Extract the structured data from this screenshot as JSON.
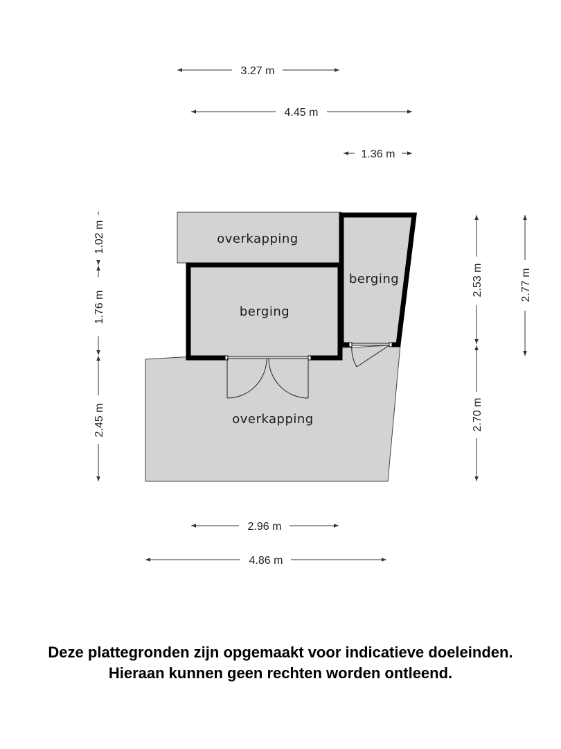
{
  "colors": {
    "floor": "#d3d3d3",
    "wall": "#000000",
    "line": "#333333",
    "background": "#ffffff"
  },
  "rooms": {
    "overkapping_top": "overkapping",
    "berging_main": "berging",
    "berging_small": "berging",
    "overkapping_bottom": "overkapping"
  },
  "dimensions": {
    "top": [
      "3.27 m",
      "4.45 m",
      "1.36 m"
    ],
    "bottom": [
      "2.96 m",
      "4.86 m"
    ],
    "left": [
      "1.02 m",
      "1.76 m",
      "2.45 m"
    ],
    "right_inner": [
      "2.53 m",
      "2.70 m"
    ],
    "right_outer": [
      "2.77 m"
    ]
  },
  "disclaimer": {
    "line1": "Deze plattegronden zijn opgemaakt voor indicatieve doeleinden.",
    "line2": "Hieraan kunnen geen rechten worden ontleend."
  }
}
